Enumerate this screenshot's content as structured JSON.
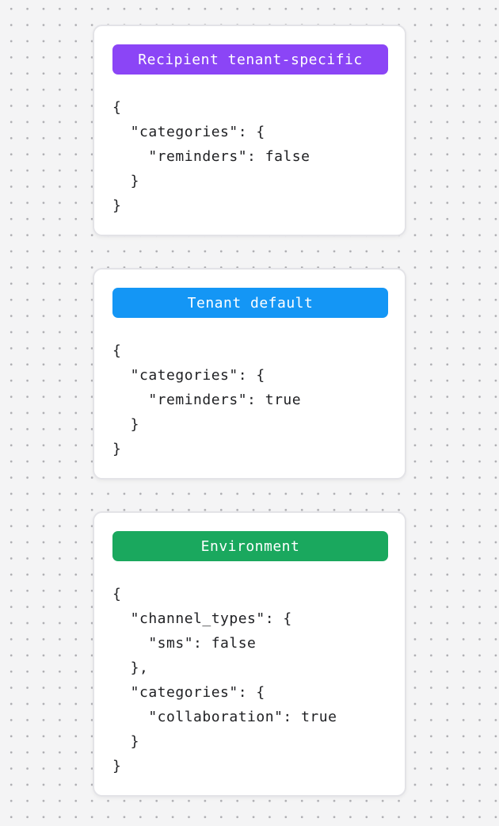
{
  "canvas": {
    "background_color": "#f4f4f5",
    "dot_color": "#aeaeb2"
  },
  "cards": [
    {
      "badge": {
        "label": "Recipient tenant-specific",
        "color": "#8b45f6"
      },
      "code": "{\n  \"categories\": {\n    \"reminders\": false\n  }\n}"
    },
    {
      "badge": {
        "label": "Tenant default",
        "color": "#1496f5"
      },
      "code": "{\n  \"categories\": {\n    \"reminders\": true\n  }\n}"
    },
    {
      "badge": {
        "label": "Environment",
        "color": "#1aa85e"
      },
      "code": "{\n  \"channel_types\": {\n    \"sms\": false\n  },\n  \"categories\": {\n    \"collaboration\": true\n  }\n}"
    }
  ]
}
